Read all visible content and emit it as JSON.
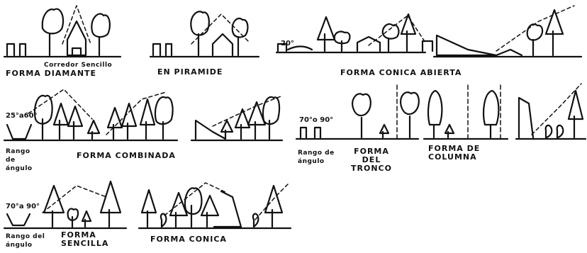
{
  "row1": {
    "diamante_caption": "Corredor Sencillo",
    "diamante_label": "FORMA DIAMANTE",
    "piramide_label": "EN PIRAMIDE",
    "conica_abierta_label": "FORMA CONICA ABIERTA",
    "angle_20": "20°"
  },
  "row2": {
    "angle_range_a": "25°a60°",
    "rango_a": "Rango de ángulo",
    "combinada_label": "FORMA COMBINADA",
    "angle_range_b": "70°o 90°",
    "rango_b": "Rango de ángulo",
    "tronco_label": "FORMA DEL TRONCO",
    "columna_label": "FORMA DE COLUMNA"
  },
  "row3": {
    "angle_range_c": "70°a 90°",
    "rango_c": "Rango del ángulo",
    "sencilla_label": "FORMA SENCILLA",
    "conica_label": "FORMA CONICA"
  }
}
